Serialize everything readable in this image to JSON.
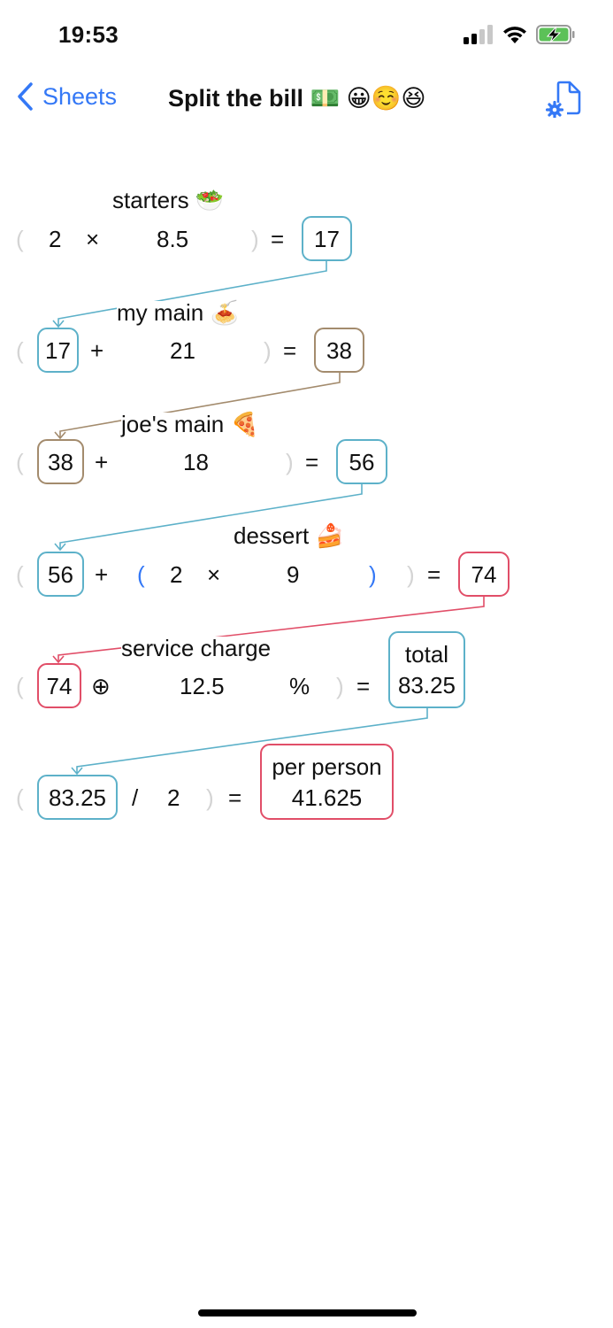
{
  "status_bar": {
    "time": "19:53",
    "icons": [
      "cellular-signal-icon",
      "wifi-icon",
      "battery-charging-icon"
    ]
  },
  "nav": {
    "back_label": "Sheets",
    "title": "Split the bill 💵 😀☺️😆",
    "settings_icon": "document-gear-icon"
  },
  "colors": {
    "accent": "#3478f6",
    "teal": "#5db1c9",
    "brown": "#a38b6d",
    "red": "#e14e68",
    "paren_muted": "#d4d4d4"
  },
  "rows": [
    {
      "label": "starters 🥗",
      "a": "2",
      "op": "×",
      "b": "8.5",
      "eq": "=",
      "result": "17"
    },
    {
      "label": "my main 🍝",
      "a": "17",
      "op": "+",
      "b": "21",
      "eq": "=",
      "result": "38"
    },
    {
      "label": "joe's main 🍕",
      "a": "38",
      "op": "+",
      "b": "18",
      "eq": "=",
      "result": "56"
    },
    {
      "label": "dessert 🍰",
      "a": "56",
      "op": "+",
      "b1": "2",
      "op2": "×",
      "b2": "9",
      "eq": "=",
      "result": "74"
    },
    {
      "label": "service charge",
      "a": "74",
      "op": "⊕",
      "b": "12.5",
      "unit": "%",
      "eq": "=",
      "result_label": "total",
      "result": "83.25"
    },
    {
      "a": "83.25",
      "op": "/",
      "b": "2",
      "eq": "=",
      "result_label": "per person",
      "result": "41.625"
    }
  ],
  "parens": {
    "open": "(",
    "close": ")"
  }
}
